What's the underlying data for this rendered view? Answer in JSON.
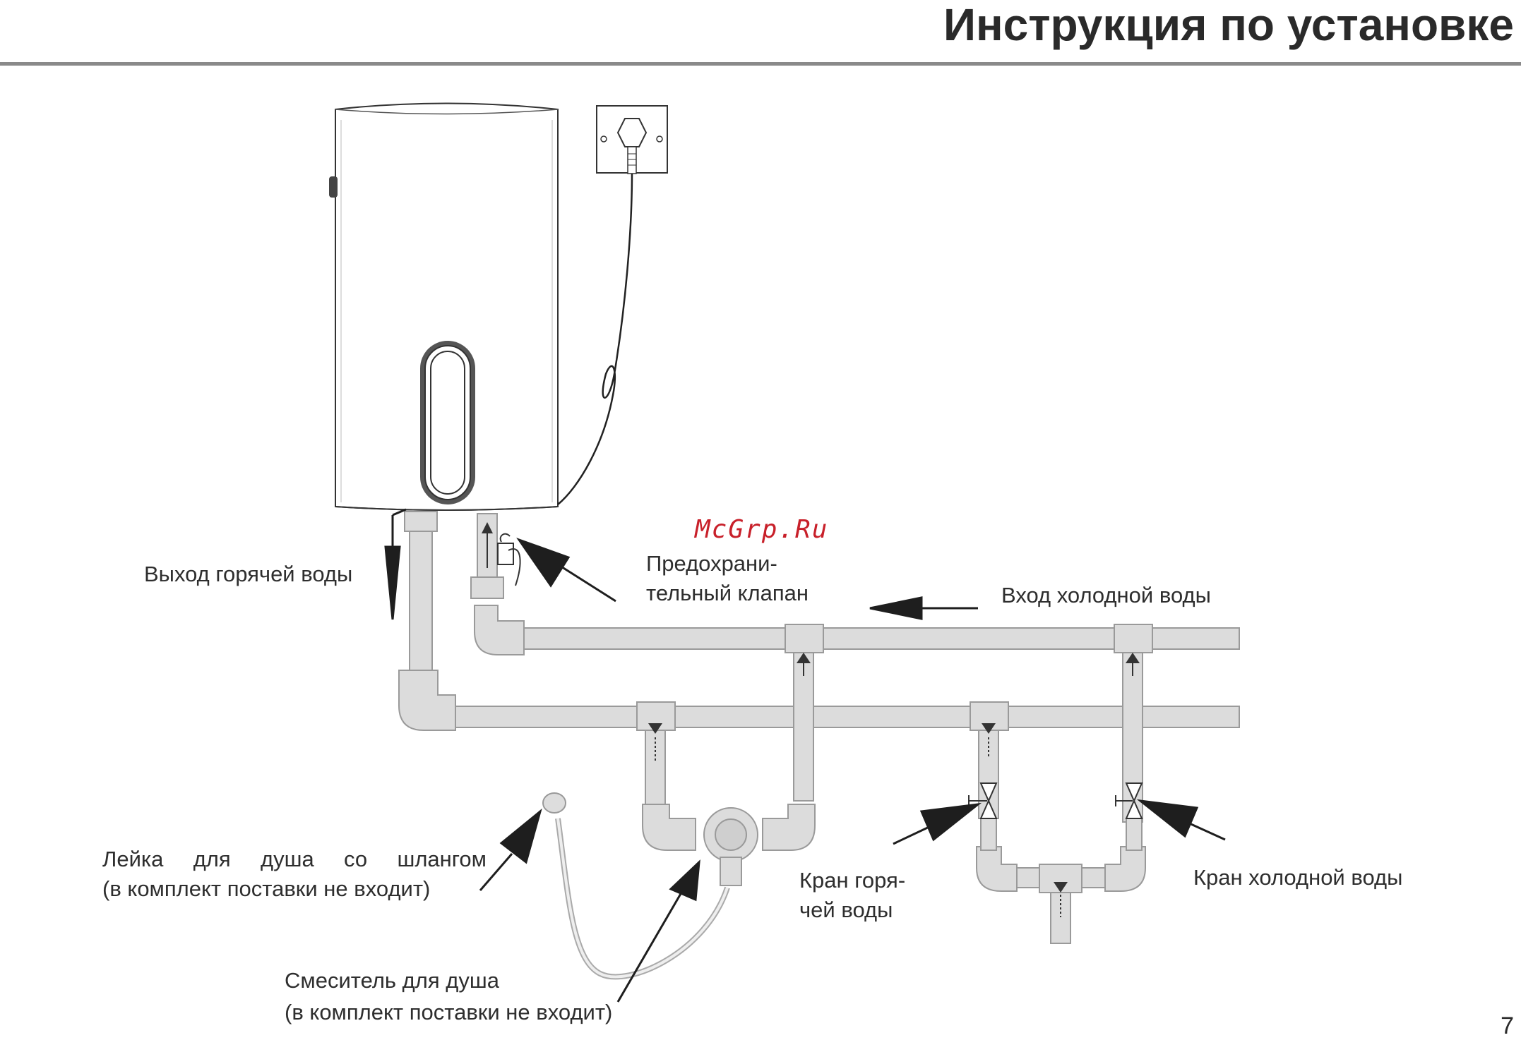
{
  "header": {
    "title": "Инструкция  по установке"
  },
  "watermark": "McGrp.Ru",
  "labels": {
    "hot_outlet": "Выход горячей воды",
    "safety_valve_line1": "Предохрани-",
    "safety_valve_line2": "тельный клапан",
    "cold_inlet": "Вход холодной воды",
    "shower_head_line1_words": [
      "Лейка",
      "для",
      "душа",
      "со",
      "шлангом"
    ],
    "shower_head_line2": "(в комплект поставки не входит)",
    "hot_tap_line1": "Кран горя-",
    "hot_tap_line2": "чей воды",
    "cold_tap": "Кран холодной воды",
    "mixer_line1": "Смеситель для душа",
    "mixer_line2": "(в комплект поставки не входит)"
  },
  "page_number": "7",
  "colors": {
    "pipe_fill": "#dcdcdc",
    "pipe_stroke": "#9a9a9a",
    "arrow": "#1e1e1e",
    "watermark": "#c8202a"
  },
  "icons": [
    "water-heater-tank",
    "power-socket-icon",
    "safety-valve-icon",
    "tee-fitting-icon",
    "ball-valve-icon",
    "shower-head-icon",
    "shower-mixer-icon",
    "arrow-icon"
  ]
}
